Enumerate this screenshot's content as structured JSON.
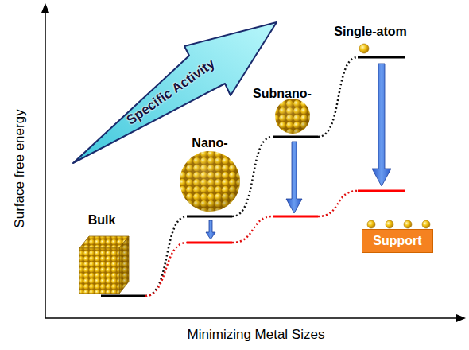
{
  "diagram": {
    "nodes": [
      {
        "text": [
          "Specific Activity"
        ]
      },
      {
        "text": [
          "Support"
        ]
      }
    ],
    "labels": [
      "Bulk",
      "Nano-",
      "Subnano-",
      "Single-atom",
      "Surface free energy",
      "Minimizing Metal Sizes"
    ]
  }
}
